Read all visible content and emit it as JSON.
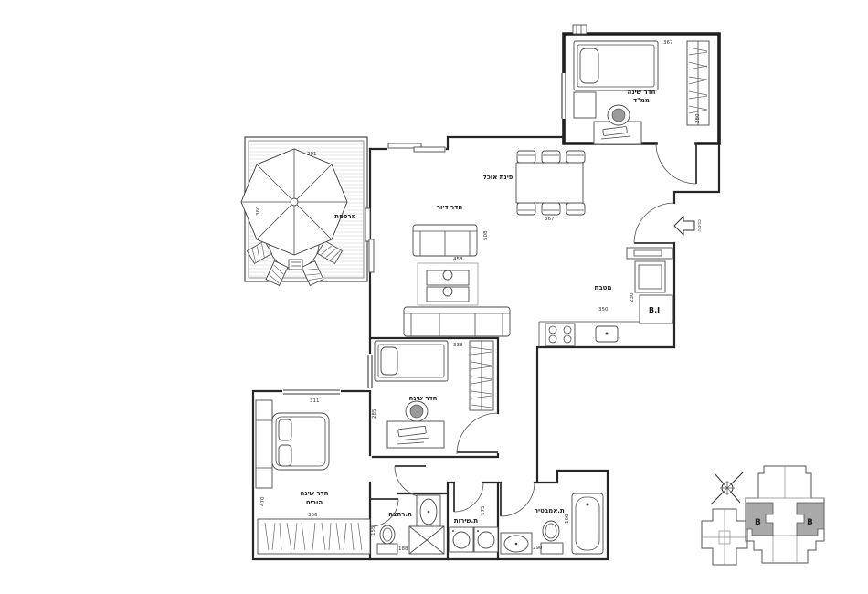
{
  "plan": {
    "rooms": {
      "safe_bedroom": {
        "label_line1": "חדר שינה",
        "label_line2": "ממ\"ד",
        "dim_width": "367",
        "dim_height": "280"
      },
      "balcony": {
        "label": "מרפסת",
        "dim_width": "291",
        "dim_height": "360"
      },
      "living": {
        "label": "חדר דיור",
        "dim_width": "458",
        "dim_height": "508"
      },
      "dining": {
        "label": "פינת אוכל",
        "dim_width": "367"
      },
      "kitchen": {
        "label": "מטבח",
        "dim_width": "350",
        "dim_height": "230",
        "fridge_label": "B.I"
      },
      "entrance": {
        "label": "כניסה"
      },
      "bedroom2": {
        "label": "חדר שינה",
        "dim_width": "338",
        "dim_height": "285"
      },
      "master_bedroom": {
        "label_line1": "חדר שינה",
        "label_line2": "הורים",
        "dim_width": "311",
        "dim_height": "470",
        "wardrobe_dim": "306"
      },
      "shower_room": {
        "label": "ת.רחצה",
        "dim_height": "155",
        "dim_width": "188"
      },
      "service_room": {
        "label": "ת.שירות",
        "dim_height": "175"
      },
      "bathroom": {
        "label": "ת.אמבטיה",
        "dim_width": "290",
        "dim_height": "160"
      }
    },
    "key_plan": {
      "unit_left": "B",
      "unit_right": "B",
      "highlight_color": "#a9a9a9"
    }
  }
}
